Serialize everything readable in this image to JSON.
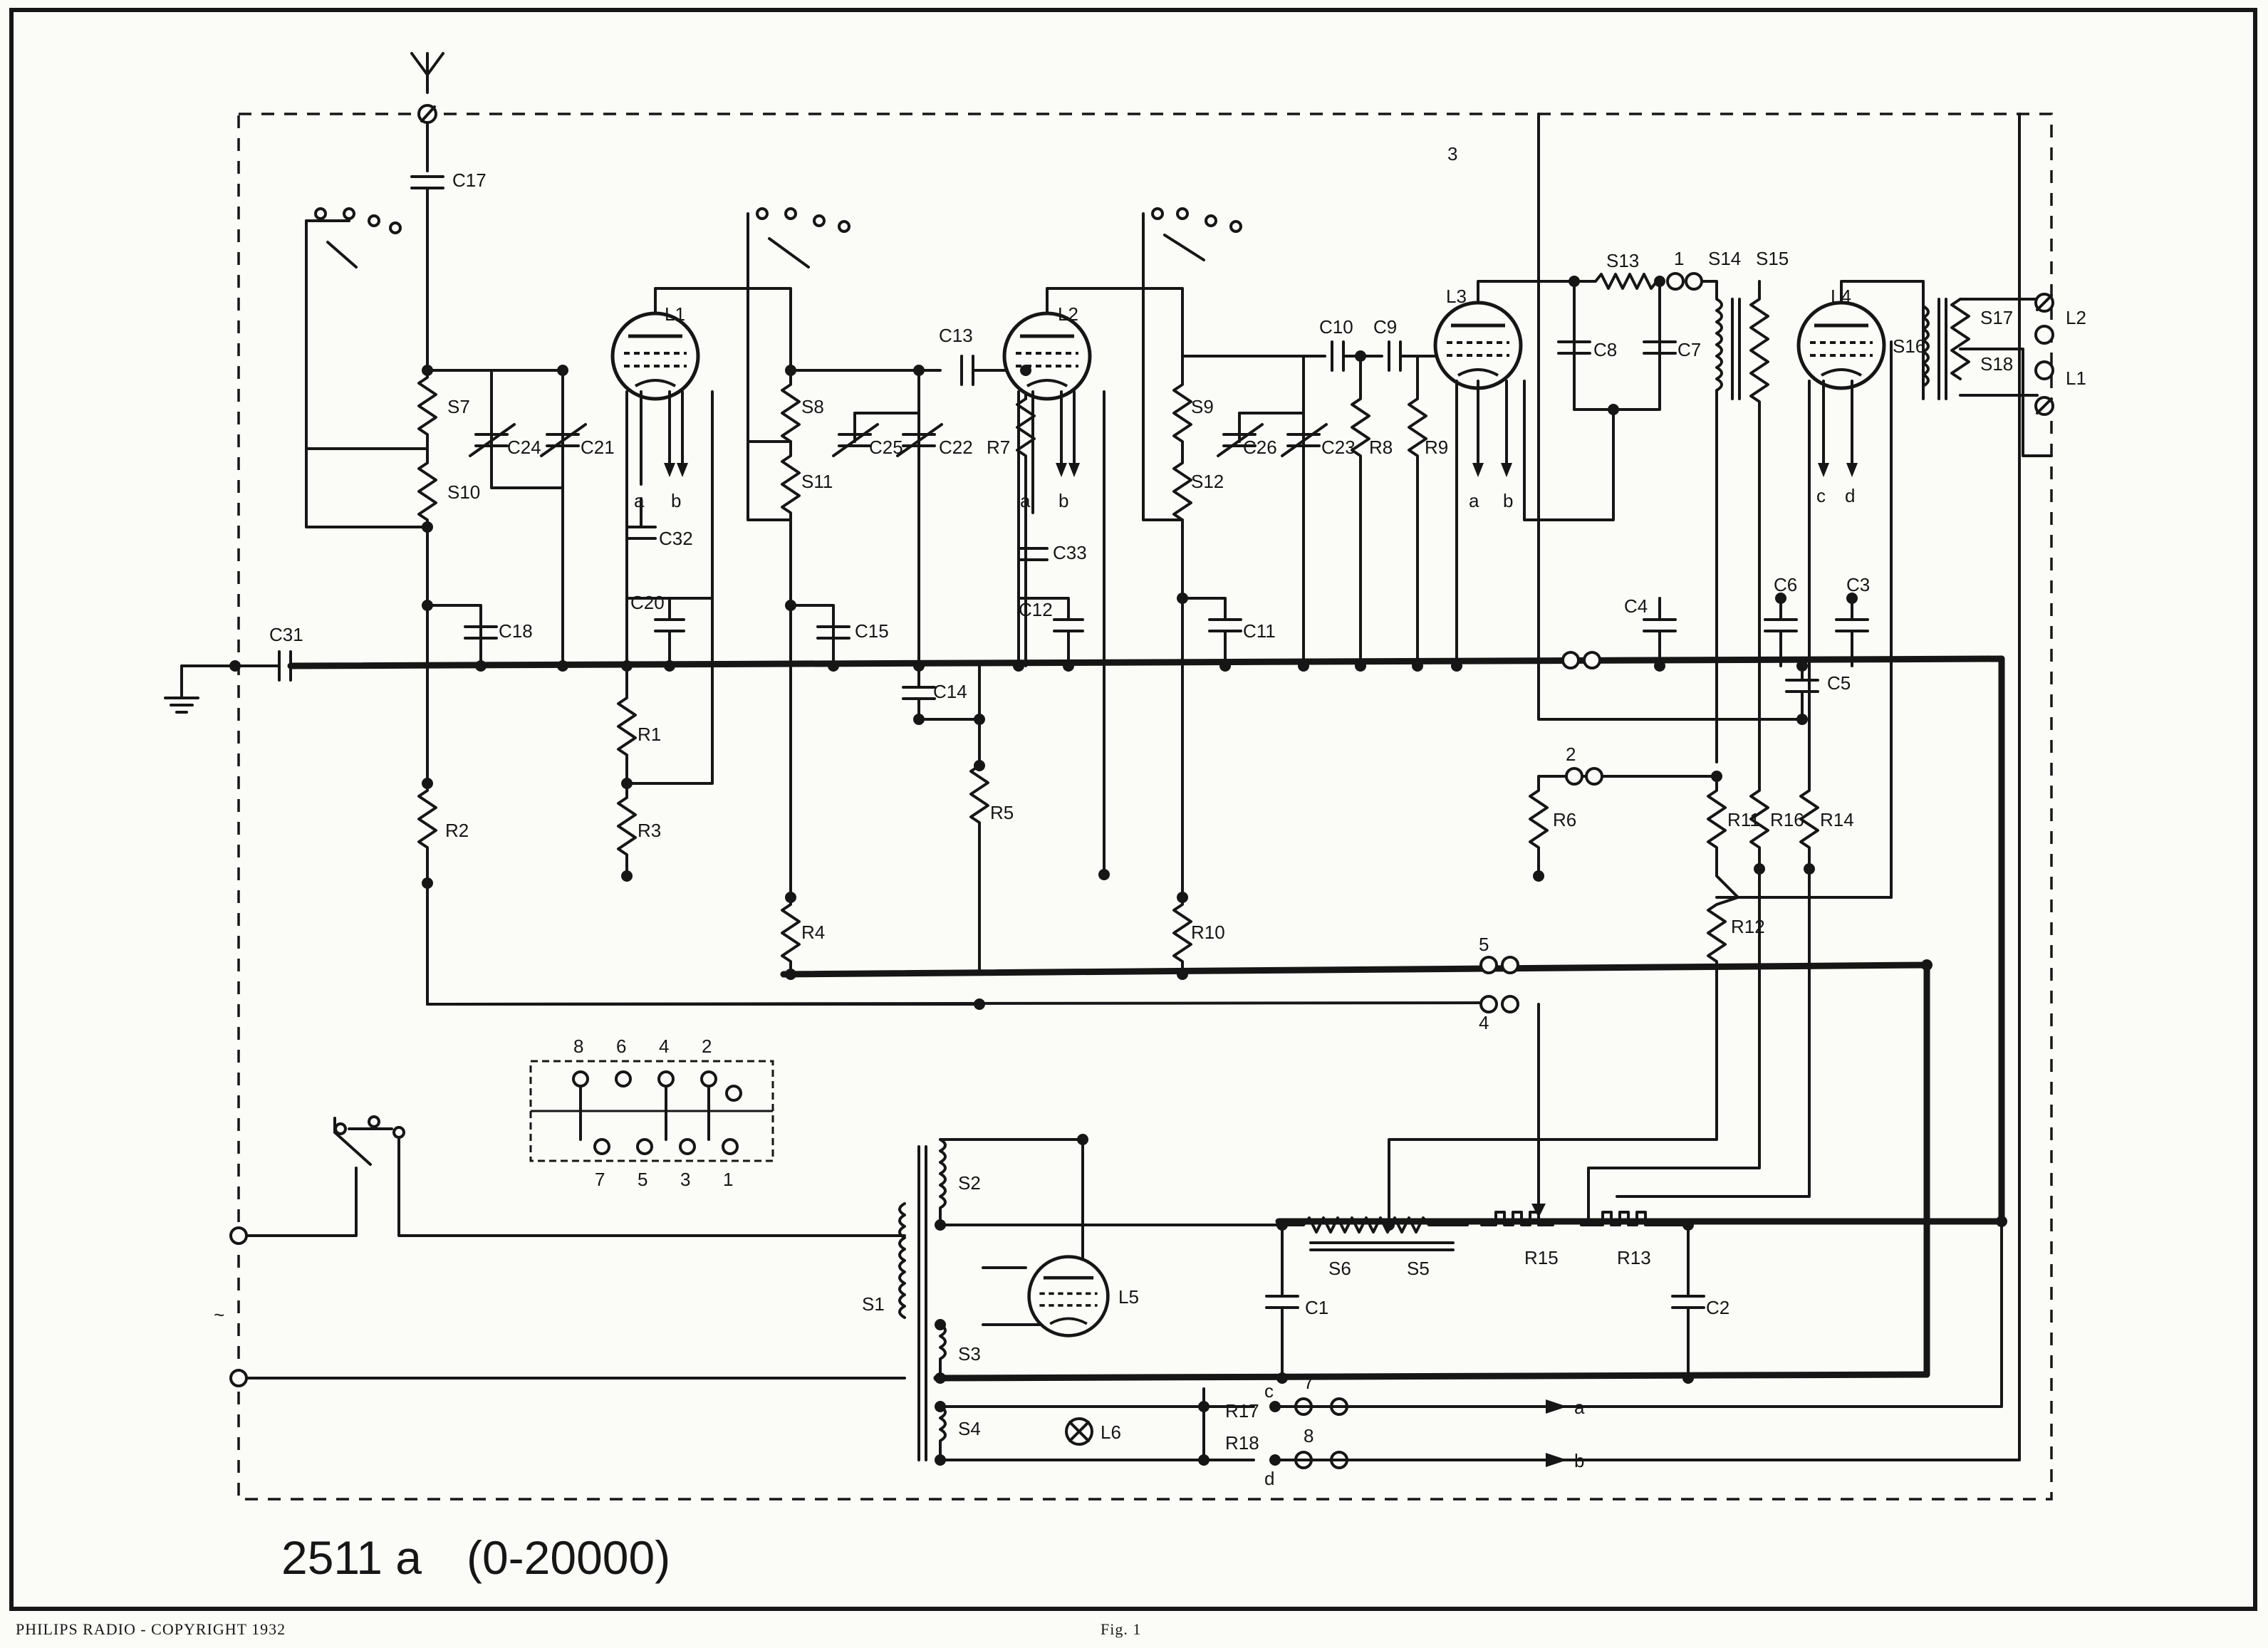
{
  "diagram": {
    "model_title": "2511 a",
    "range_note": "(0-20000)",
    "copyright": "PHILIPS RADIO - COPYRIGHT 1932",
    "figure": "Fig. 1",
    "tubes": [
      "L1",
      "L2",
      "L3",
      "L4",
      "L5",
      "L6"
    ],
    "ac_symbol": "~",
    "labels": {
      "C17": "C17",
      "S7": "S7",
      "S10": "S10",
      "C24": "C24",
      "C21": "C21",
      "C32": "C32",
      "C18": "C18",
      "C20": "C20",
      "C31": "C31",
      "R1": "R1",
      "R3": "R3",
      "R2": "R2",
      "S8": "S8",
      "S11": "S11",
      "C25": "C25",
      "C22": "C22",
      "C13": "C13",
      "R7": "R7",
      "C33": "C33",
      "C15": "C15",
      "C12": "C12",
      "C14": "C14",
      "R5": "R5",
      "R4": "R4",
      "S9": "S9",
      "S12": "S12",
      "C26": "C26",
      "C23": "C23",
      "C10": "C10",
      "C9": "C9",
      "R8": "R8",
      "R9": "R9",
      "C11": "C11",
      "R10": "R10",
      "S13": "S13",
      "S14": "S14",
      "S15": "S15",
      "C8": "C8",
      "C7": "C7",
      "C4": "C4",
      "C6": "C6",
      "C3": "C3",
      "C5": "C5",
      "S16": "S16",
      "S17": "S17",
      "S18": "S18",
      "R6": "R6",
      "R11": "R11",
      "R16": "R16",
      "R14": "R14",
      "R12": "R12",
      "S2": "S2",
      "S3": "S3",
      "S4": "S4",
      "S1": "S1",
      "S6": "S6",
      "S5": "S5",
      "C1": "C1",
      "C2": "C2",
      "R15": "R15",
      "R13": "R13",
      "R17": "R17",
      "R18": "R18",
      "a": "a",
      "b": "b",
      "c": "c",
      "d": "d",
      "L2out": "L2",
      "L1out": "L1",
      "n1": "1",
      "n2": "2",
      "n3": "3",
      "n4": "4",
      "n5": "5",
      "n7": "7",
      "n8": "8"
    },
    "socket": {
      "top": [
        "8",
        "6",
        "4",
        "2"
      ],
      "bottom": [
        "7",
        "5",
        "3",
        "1"
      ]
    }
  }
}
